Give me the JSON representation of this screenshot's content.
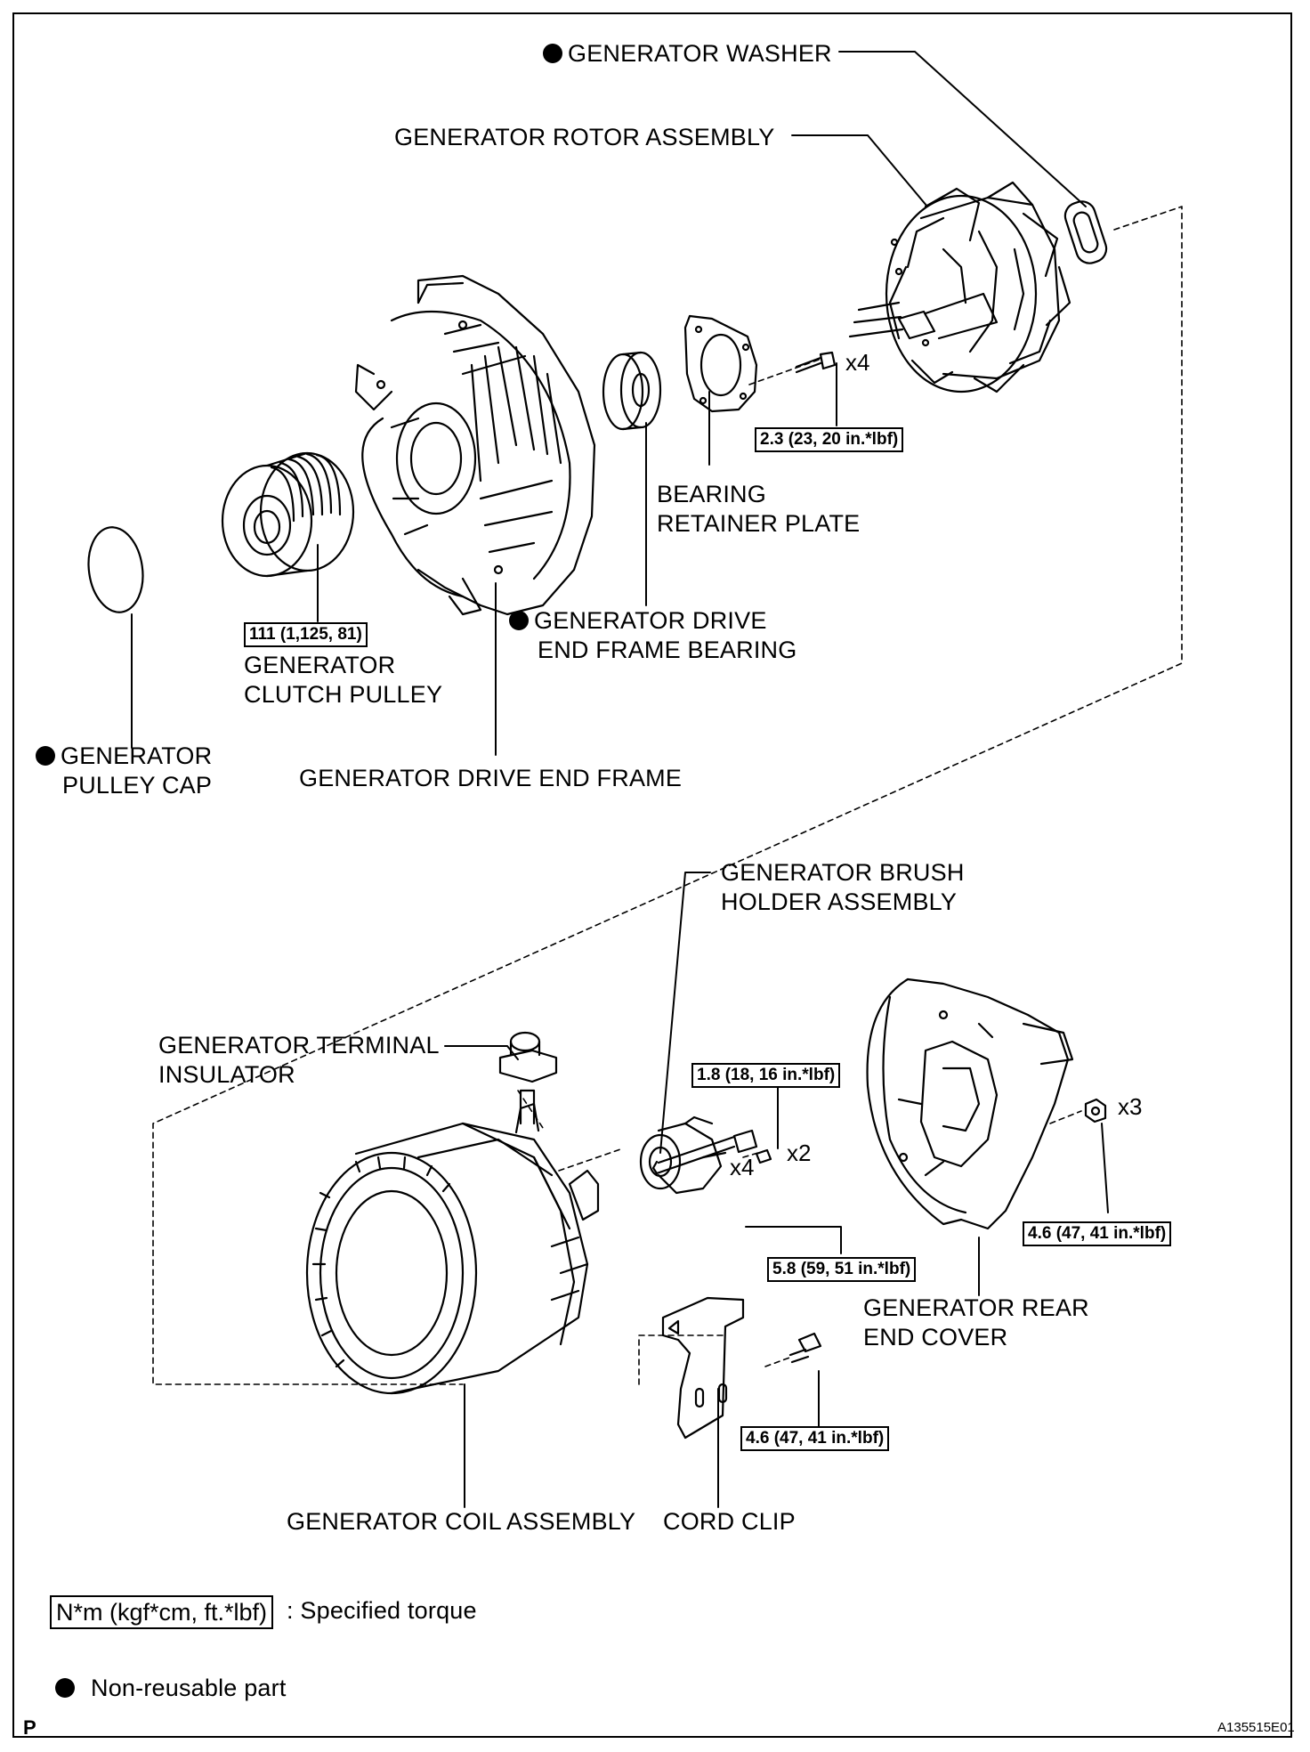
{
  "labels": {
    "washer": "GENERATOR WASHER",
    "rotor": "GENERATOR ROTOR ASSEMBLY",
    "retainer_1": "BEARING",
    "retainer_2": "RETAINER PLATE",
    "bearing_1": "GENERATOR DRIVE",
    "bearing_2": "END FRAME BEARING",
    "pulley_1": "GENERATOR",
    "pulley_2": "CLUTCH PULLEY",
    "cap_1": "GENERATOR",
    "cap_2": "PULLEY CAP",
    "drive_frame": "GENERATOR DRIVE END FRAME",
    "brush_1": "GENERATOR BRUSH",
    "brush_2": "HOLDER ASSEMBLY",
    "terminal_1": "GENERATOR TERMINAL",
    "terminal_2": "INSULATOR",
    "rear_cover_1": "GENERATOR REAR",
    "rear_cover_2": "END COVER",
    "coil": "GENERATOR COIL ASSEMBLY",
    "cord_clip": "CORD CLIP"
  },
  "torques": {
    "retainer_screw": "2.3 (23, 20 in.*lbf)",
    "pulley": "111 (1,125, 81)",
    "brush_screw": "1.8 (18, 16 in.*lbf)",
    "rear_nut": "4.6 (47, 41 in.*lbf)",
    "through_bolt": "5.8 (59, 51 in.*lbf)",
    "clip_bolt": "4.6 (47, 41 in.*lbf)"
  },
  "quantities": {
    "retainer_screw": "x4",
    "brush_screw": "x2",
    "rear_nut": "x3",
    "through_bolt": "x4"
  },
  "legend": {
    "torque_box": "N*m (kgf*cm, ft.*lbf)",
    "torque_text": ": Specified torque",
    "nonreusable_text": "Non-reusable part"
  },
  "footer": {
    "left": "P",
    "right": "A135515E01"
  }
}
